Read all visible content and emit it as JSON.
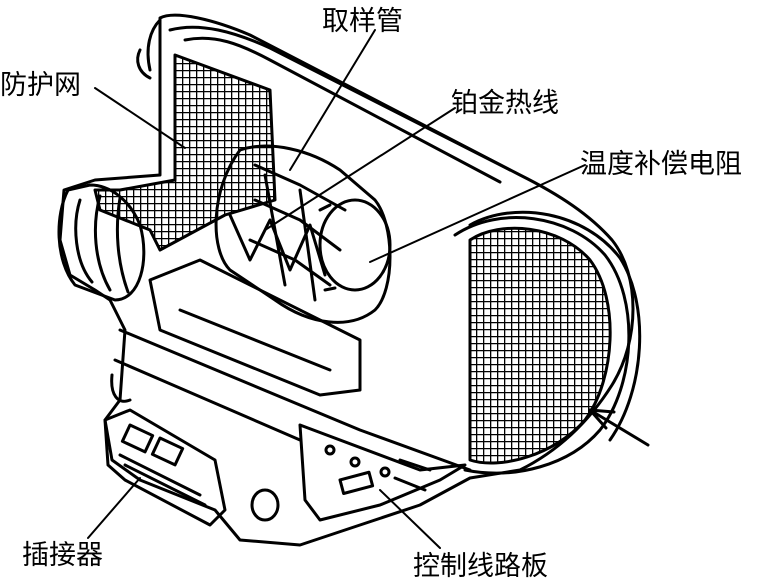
{
  "labels": {
    "sample_tube": "取样管",
    "guard_mesh": "防护网",
    "platinum_wire": "铂金热线",
    "temp_comp_resistor": "温度补偿电阻",
    "connector": "插接器",
    "control_board": "控制线路板"
  },
  "colors": {
    "ink": "#000000",
    "paper": "#ffffff"
  }
}
